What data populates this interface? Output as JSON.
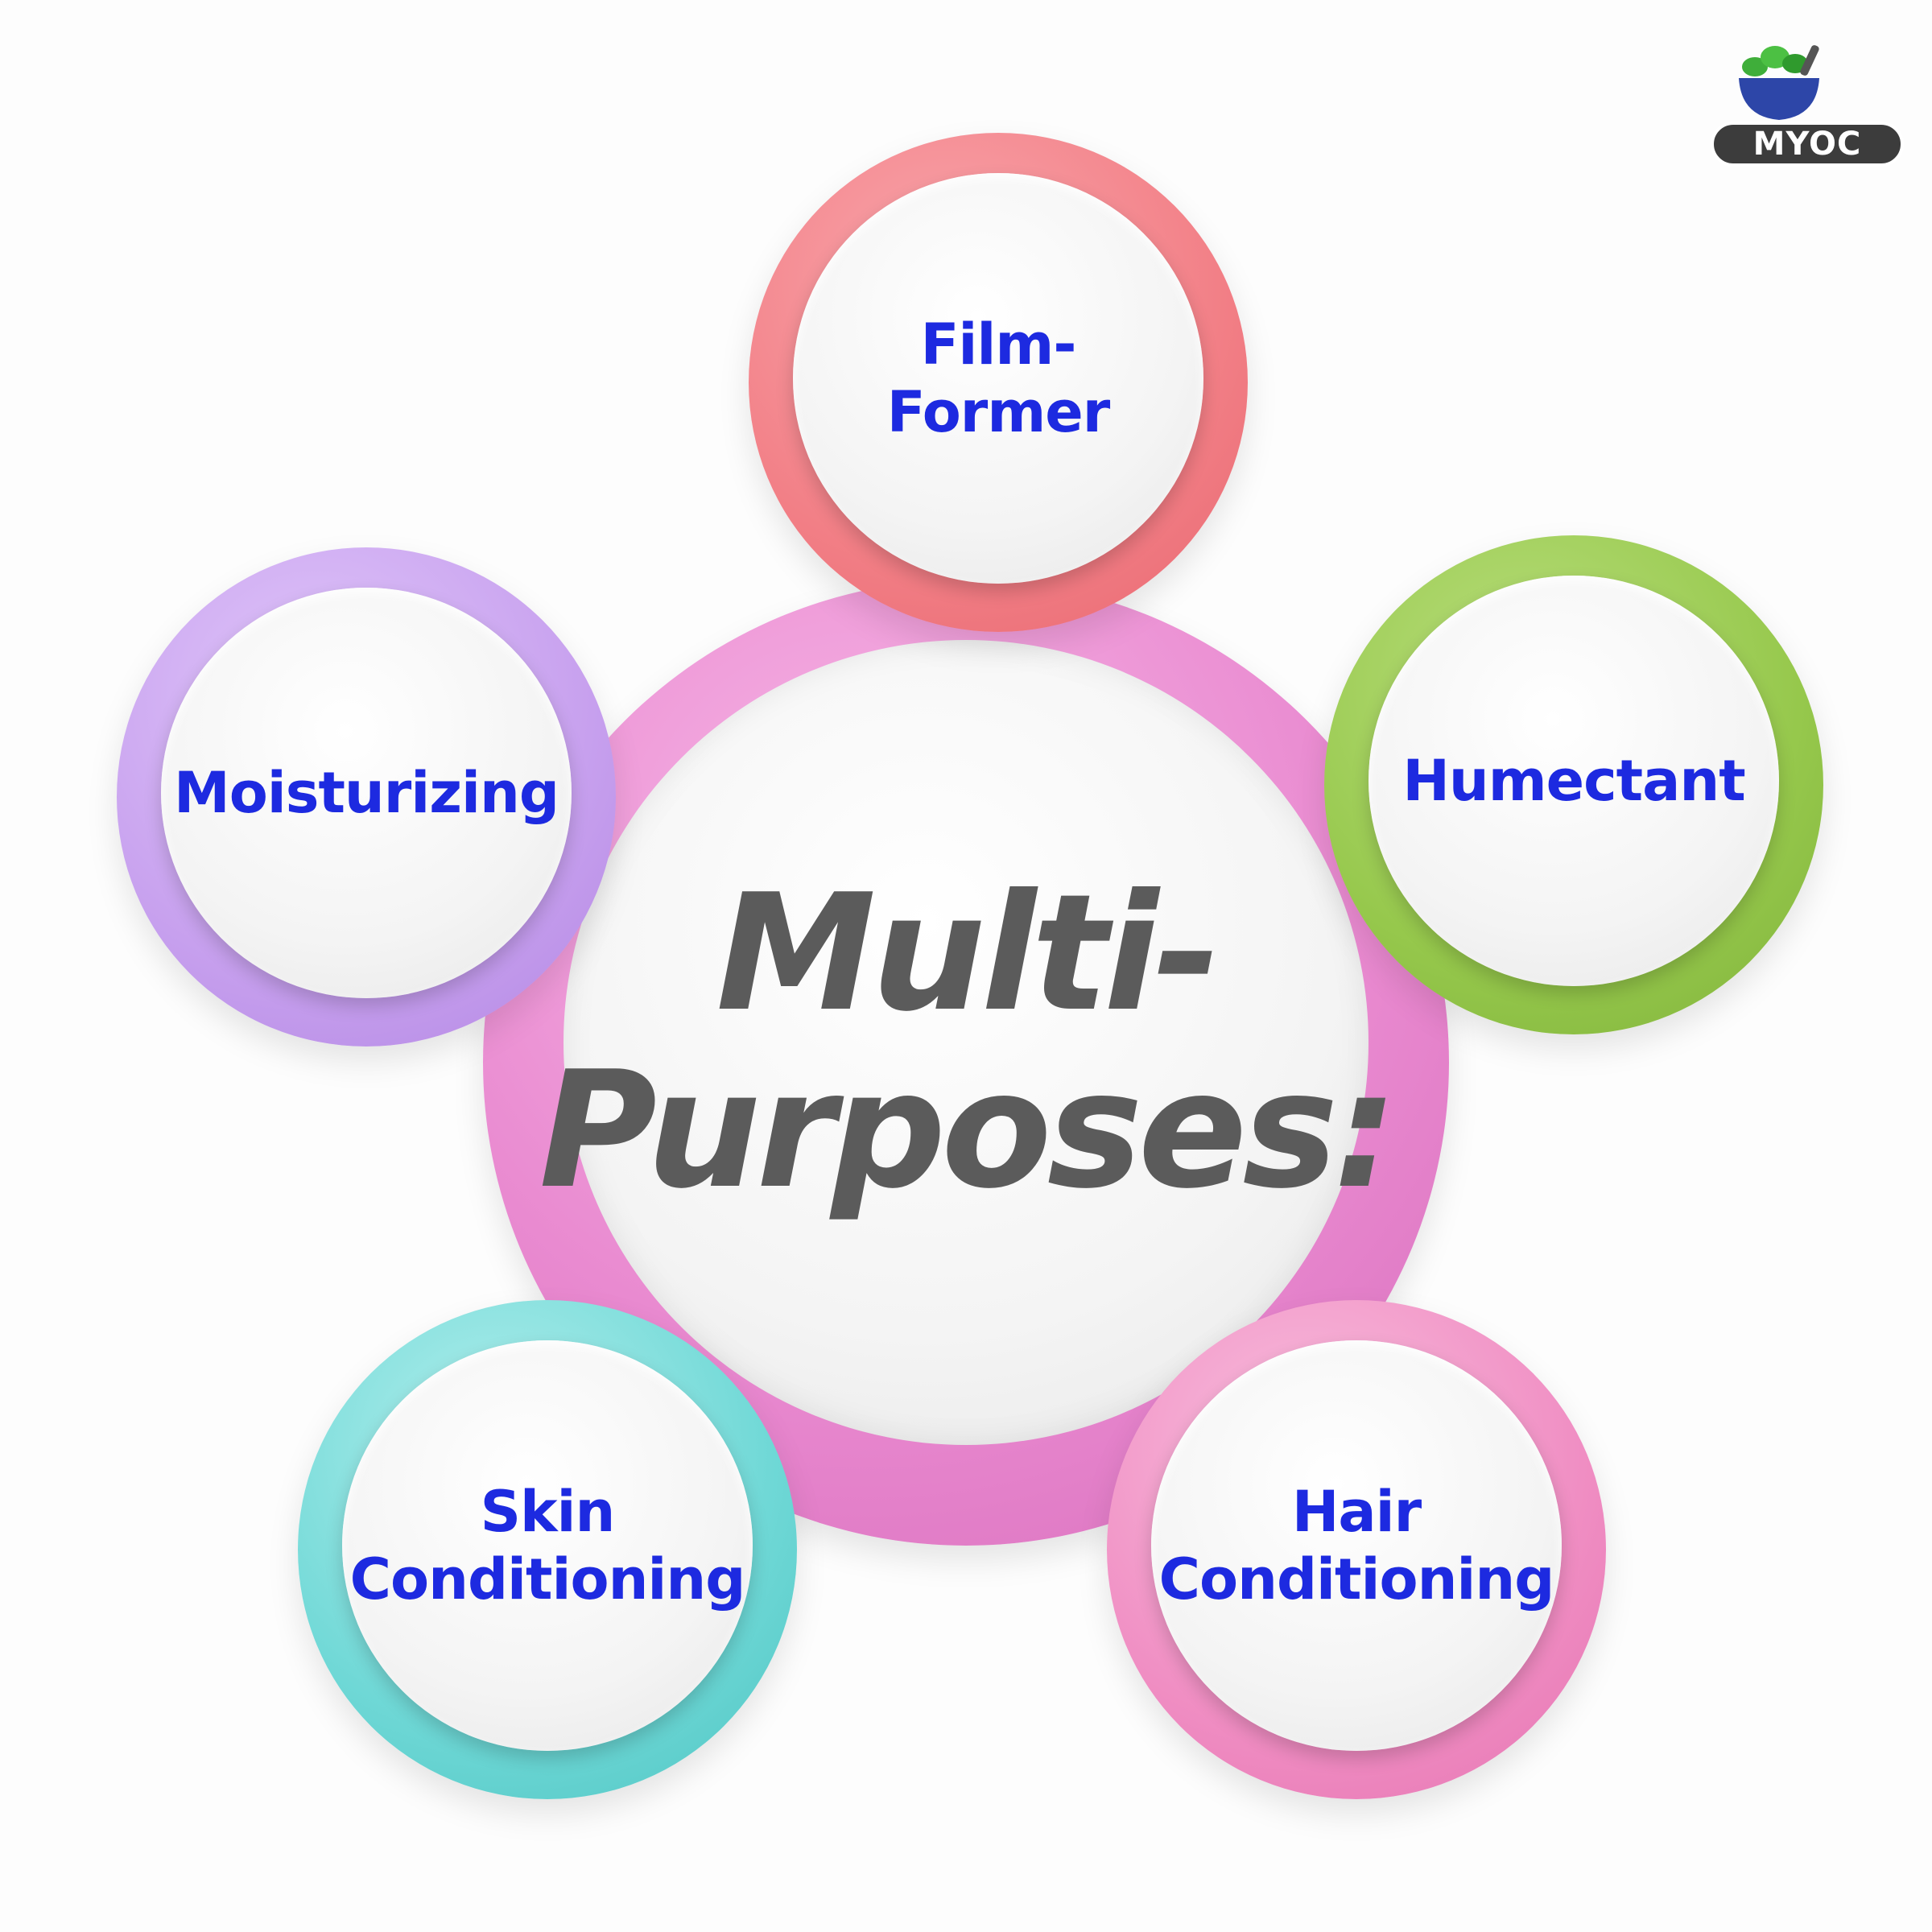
{
  "logo": {
    "text": "MYOC",
    "icon": "herb-bowl-icon"
  },
  "center": {
    "line1": "Multi-",
    "line2": "Purposes:",
    "ring_color": "#e98ad0"
  },
  "nodes": [
    {
      "id": "film-former",
      "line1": "Film-",
      "line2": "Former",
      "ring_color": "#f27f86"
    },
    {
      "id": "humectant",
      "line1": "Humectant",
      "line2": "",
      "ring_color": "#96c84c"
    },
    {
      "id": "moisturizing",
      "line1": "Moisturizing",
      "line2": "",
      "ring_color": "#c7a0ee"
    },
    {
      "id": "skin-conditioning",
      "line1": "Skin",
      "line2": "Conditioning",
      "ring_color": "#6fd8d6"
    },
    {
      "id": "hair-conditioning",
      "line1": "Hair",
      "line2": "Conditioning",
      "ring_color": "#f08ec3"
    }
  ]
}
